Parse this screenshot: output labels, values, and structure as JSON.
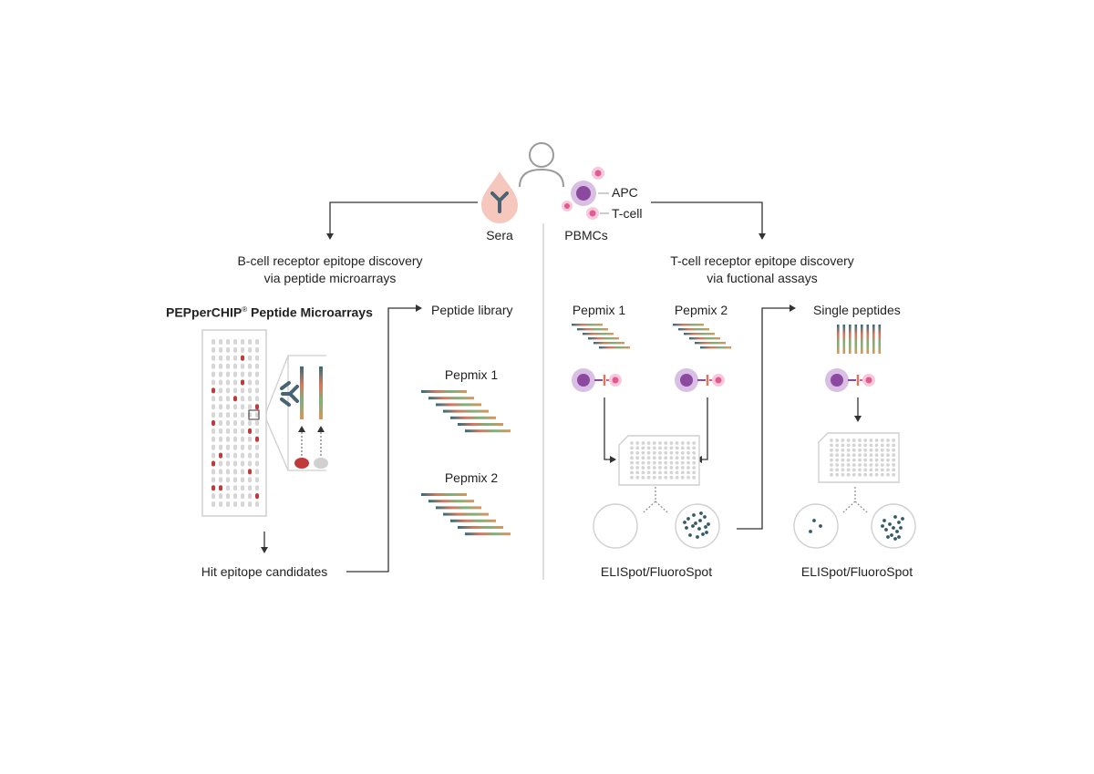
{
  "top": {
    "sera_label": "Sera",
    "pbmcs_label": "PBMCs",
    "apc_label": "APC",
    "tcell_label": "T-cell"
  },
  "left": {
    "heading_line1": "B-cell receptor epitope discovery",
    "heading_line2": "via peptide microarrays",
    "microarray_title": "PEPperCHIP",
    "microarray_reg": "®",
    "microarray_title_rest": " Peptide Microarrays",
    "hit_label": "Hit epitope candidates",
    "library_label": "Peptide library",
    "pepmix1_label": "Pepmix 1",
    "pepmix2_label": "Pepmix 2"
  },
  "right": {
    "heading_line1": "T-cell receptor epitope discovery",
    "heading_line2": "via fuctional assays",
    "pepmix1_label": "Pepmix 1",
    "pepmix2_label": "Pepmix 2",
    "assay_label": "ELISpot/FluoroSpot",
    "single_label": "Single peptides",
    "assay2_label": "ELISpot/FluoroSpot"
  },
  "colors": {
    "line": "#333333",
    "divider": "#cfcfcf",
    "serum_drop": "#f6c7bd",
    "antibody": "#4a6273",
    "hit_spot": "#c0393b",
    "apc": "#c9a6d6",
    "apc_nucleus": "#8b4aa0",
    "tcell": "#f3b6cf",
    "tcell_nucleus": "#e35a92",
    "spot": "#2f5a66"
  },
  "icons": [
    "person-icon",
    "serum-drop-icon",
    "antibody-icon",
    "apc-cell-icon",
    "t-cell-icon",
    "microarray-slide-icon",
    "well-plate-icon",
    "elispot-well-icon"
  ]
}
